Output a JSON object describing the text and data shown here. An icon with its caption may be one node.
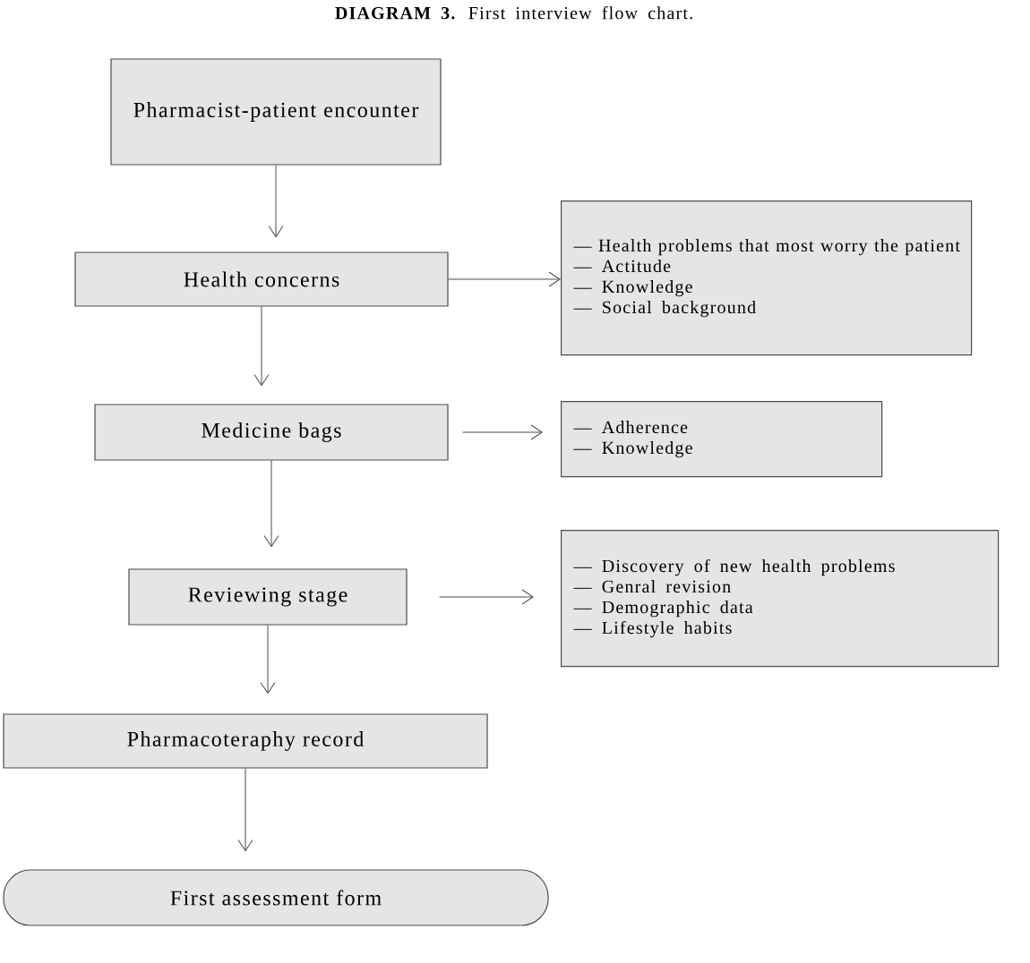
{
  "diagram": {
    "title": "**DIAGRAM 3.** First interview flow chart.",
    "nodes": [
      {
        "text": [
          "Pharmacist-patient encounter"
        ]
      },
      {
        "text": [
          "Health concerns"
        ]
      },
      {
        "text": [
          "— Health problems that most worry the patient",
          "— Actitude",
          "— Knowledge",
          "— Social background"
        ]
      },
      {
        "text": [
          "Medicine bags"
        ]
      },
      {
        "text": [
          "— Adherence",
          "— Knowledge"
        ]
      },
      {
        "text": [
          "Reviewing stage"
        ]
      },
      {
        "text": [
          "— Discovery of new health problems",
          "— Genral revision",
          "— Demographic data",
          "— Lifestyle habits"
        ]
      },
      {
        "text": [
          "Pharmacoteraphy record"
        ]
      },
      {
        "text": [
          "First assessment form"
        ]
      }
    ],
    "edges": [
      {
        "from": 0,
        "to": 1,
        "arrow": "to"
      },
      {
        "from": 1,
        "to": 2,
        "arrow": "to"
      },
      {
        "from": 1,
        "to": 3,
        "arrow": "to"
      },
      {
        "from": 3,
        "to": 4,
        "arrow": "to"
      },
      {
        "from": 3,
        "to": 5,
        "arrow": "to"
      },
      {
        "from": 5,
        "to": 6,
        "arrow": "to"
      },
      {
        "from": 5,
        "to": 7,
        "arrow": "to"
      },
      {
        "from": 7,
        "to": 8,
        "arrow": "to"
      }
    ]
  }
}
